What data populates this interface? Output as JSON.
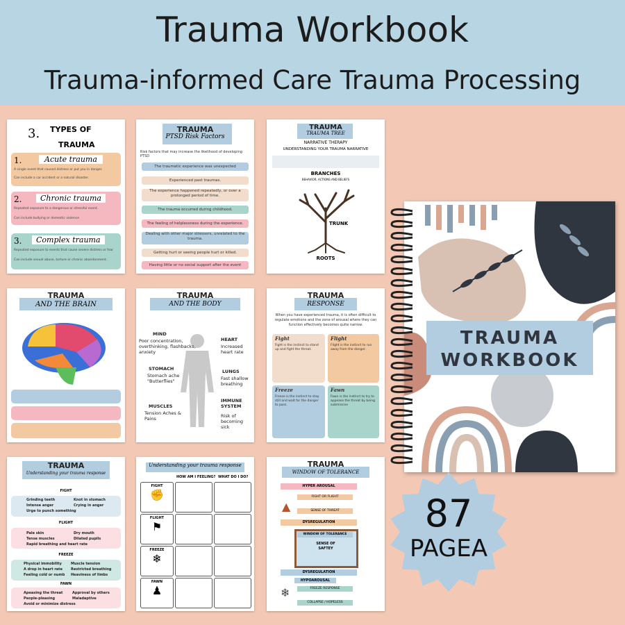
{
  "header": {
    "title": "Trauma Workbook",
    "subtitle": "Trauma-informed Care Trauma Processing"
  },
  "pages": {
    "types": {
      "title_num": "3.",
      "title_line1": "TYPES OF",
      "title_line2": "TRAUMA",
      "items": [
        {
          "num": "1.",
          "name": "Acute trauma",
          "desc1": "A single event that caused distress or put you in danger.",
          "desc2": "Can include a car accident or a natural disaster."
        },
        {
          "num": "2.",
          "name": "Chronic trauma",
          "desc1": "Repeated exposure to a dangerous or stressful event.",
          "desc2": "Can include bullying or domestic violence"
        },
        {
          "num": "3.",
          "name": "Complex trauma",
          "desc1": "Repeated exposure to events that cause severe distress or fear",
          "desc2": "Can include sexual abuse, torture or chronic abandonment."
        }
      ]
    },
    "ptsd": {
      "title": "TRAUMA",
      "subtitle": "PTSD Risk Factors",
      "intro": "Risk factors that may increase the likelihood of developing PTSD",
      "rows": [
        "The traumatic experience was unexpected",
        "Experienced past traumas.",
        "The experience happened repeatedly, or over a prolonged period of time.",
        "The trauma occurred during childhood.",
        "The feeling of helplessness during the experience.",
        "Dealing with other major stressors, unrelated to the trauma.",
        "Getting hurt or seeing people hurt or killed.",
        "Having little or no social support after the event"
      ]
    },
    "tree": {
      "title": "TRAUMA",
      "subtitle": "TRAUMA TREE",
      "line1": "NARRATIVE THERAPY",
      "line2": "UNDERSTANDING YOUR TRAUMA NARRATIVE",
      "branches": "BRANCHES",
      "branches_sub": "BEHAVIOR, ACTIONS AND BELIEFS",
      "trunk": "TRUNK",
      "roots": "ROOTS"
    },
    "brain": {
      "title": "TRAUMA",
      "subtitle": "AND THE BRAIN"
    },
    "body": {
      "title": "TRAUMA",
      "subtitle": "AND THE BODY",
      "mind": "MIND",
      "mind_desc": "Poor concentration, overthinking, flashbacks, anxiety",
      "heart": "HEART",
      "heart_desc": "Increased heart rate",
      "stomach": "STOMACH",
      "stomach_desc": "Stomach ache \"Butterflies\"",
      "lungs": "LUNGS",
      "lungs_desc": "Fast shallow breathing",
      "muscles": "MUSCLES",
      "muscles_desc": "Tension Aches & Pains",
      "immune": "IMMUNE SYSTEM",
      "immune_desc": "Risk of becoming sick"
    },
    "response": {
      "title": "TRAUMA",
      "subtitle": "RESPONSE",
      "intro": "When you have experienced trauma, it is often difficult to regulate emotions and the zone of arousal where they can function effectively becomes quite narrow.",
      "fight": "Fight",
      "fight_desc": "Fight is the instinct to stand up and fight the threat.",
      "flight": "Flight",
      "flight_desc": "Flight is the instinct to run away from the danger.",
      "freeze": "Freeze",
      "freeze_desc": "Freeze is the instinct to stay still and wait for the danger to pass.",
      "fawn": "Fawn",
      "fawn_desc": "Fawn is the instinct to try to appease the threat by being submissive"
    },
    "symptoms": {
      "title": "TRAUMA",
      "subtitle": "Understanding your trauma response",
      "fight": "FIGHT",
      "fight_items": [
        "Grinding teeth",
        "Knot in stomach",
        "Intense anger",
        "Crying in anger",
        "Urge to punch something"
      ],
      "flight": "FLIGHT",
      "flight_items": [
        "Pale skin",
        "Dry mouth",
        "Tense muscles",
        "Dilated pupils",
        "Rapid breathing and heart rate"
      ],
      "freeze": "FREEZE",
      "freeze_items": [
        "Physical immobility",
        "Muscle tension",
        "A drop in heart rate",
        "Restricted breathing",
        "Feeling cold or numb",
        "Heaviness of limbs"
      ],
      "fawn": "FAWN",
      "fawn_items": [
        "Apeasing the threat",
        "Approval by others",
        "People-pleasing",
        "Maladaptive",
        "Avoid or minimize distress"
      ]
    },
    "worksheet": {
      "title": "Understanding your trauma response",
      "col1": "HOW AM I FEELING?",
      "col2": "WHAT DO I DO?",
      "rows": [
        "FIGHT",
        "FLIGHT",
        "FREEZE",
        "FAWN"
      ]
    },
    "window": {
      "title": "TRAUMA",
      "subtitle": "WINDOW OF TOLERANCE",
      "hyper": "HYPER AROUSAL",
      "fight_flight": "FIGHT OR FLIGHT",
      "threat": "SENSE OF THREAT",
      "dysreg": "DYSREGULATION",
      "window": "WINDOW OF TOLERANCE",
      "safety": "SENSE OF SAFTEY",
      "dysreg2": "DYSREGULATION",
      "hypo": "HYPOAROUSAL",
      "freeze": "FREEZE RESPONSE",
      "collapse": "COLLAPSE / HOPELESS"
    }
  },
  "cover": {
    "line1": "TRAUMA",
    "line2": "WORKBOOK"
  },
  "badge": {
    "number": "87",
    "label": "PAGEA"
  },
  "colors": {
    "header_bg": "#b7d5e3",
    "page_bg": "#f3c9b6",
    "blue": "#b3cde0",
    "peach": "#f2c9a8",
    "pink": "#f5b8c0",
    "teal": "#a9d4cc",
    "dark": "#2f3640"
  }
}
